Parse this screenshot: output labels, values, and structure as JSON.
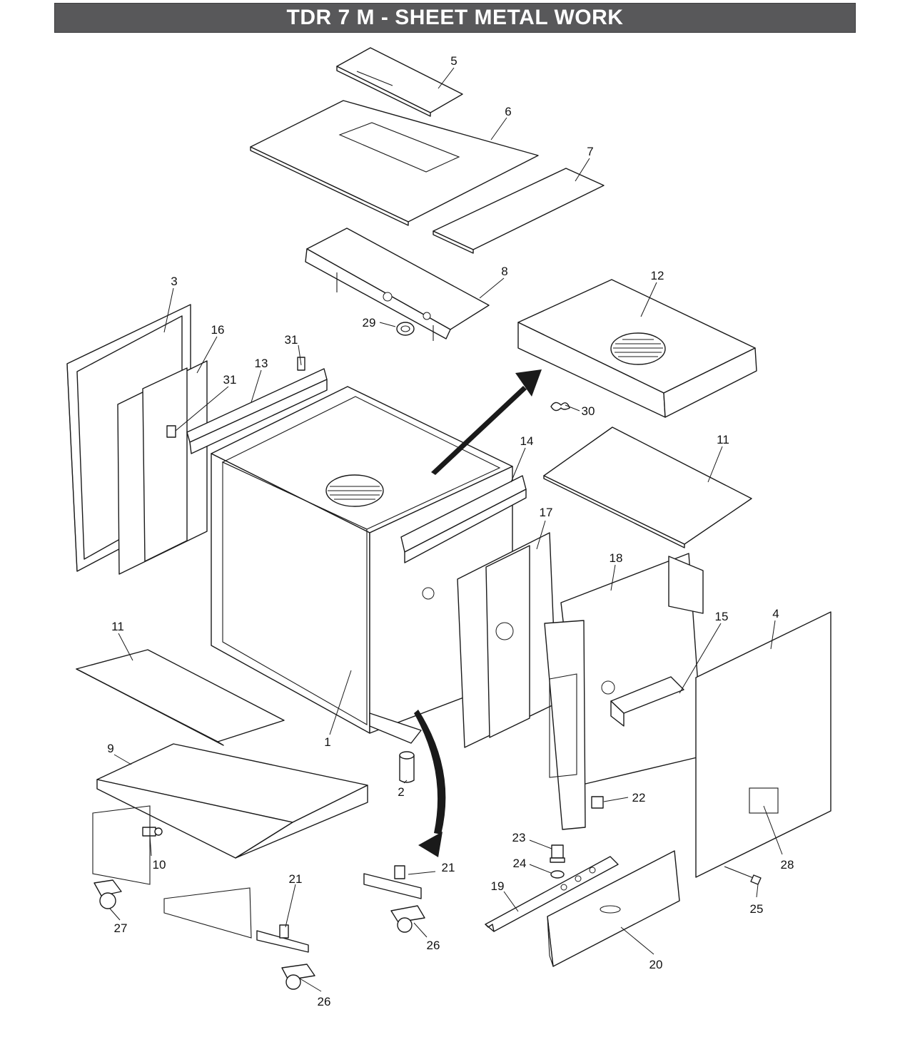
{
  "title": "TDR 7 M - SHEET METAL WORK",
  "callouts": [
    {
      "id": "c5",
      "label": "5"
    },
    {
      "id": "c6",
      "label": "6"
    },
    {
      "id": "c7",
      "label": "7"
    },
    {
      "id": "c8",
      "label": "8"
    },
    {
      "id": "c3",
      "label": "3"
    },
    {
      "id": "c29",
      "label": "29"
    },
    {
      "id": "c12",
      "label": "12"
    },
    {
      "id": "c16",
      "label": "16"
    },
    {
      "id": "c31a",
      "label": "31"
    },
    {
      "id": "c31b",
      "label": "31"
    },
    {
      "id": "c13",
      "label": "13"
    },
    {
      "id": "c30",
      "label": "30"
    },
    {
      "id": "c14",
      "label": "14"
    },
    {
      "id": "c11a",
      "label": "11"
    },
    {
      "id": "c17",
      "label": "17"
    },
    {
      "id": "c18",
      "label": "18"
    },
    {
      "id": "c15",
      "label": "15"
    },
    {
      "id": "c4",
      "label": "4"
    },
    {
      "id": "c11b",
      "label": "11"
    },
    {
      "id": "c1",
      "label": "1"
    },
    {
      "id": "c9",
      "label": "9"
    },
    {
      "id": "c2",
      "label": "2"
    },
    {
      "id": "c22",
      "label": "22"
    },
    {
      "id": "c23",
      "label": "23"
    },
    {
      "id": "c10",
      "label": "10"
    },
    {
      "id": "c24",
      "label": "24"
    },
    {
      "id": "c28",
      "label": "28"
    },
    {
      "id": "c21a",
      "label": "21"
    },
    {
      "id": "c21b",
      "label": "21"
    },
    {
      "id": "c19",
      "label": "19"
    },
    {
      "id": "c25",
      "label": "25"
    },
    {
      "id": "c27",
      "label": "27"
    },
    {
      "id": "c26a",
      "label": "26"
    },
    {
      "id": "c20",
      "label": "20"
    },
    {
      "id": "c26b",
      "label": "26"
    }
  ]
}
